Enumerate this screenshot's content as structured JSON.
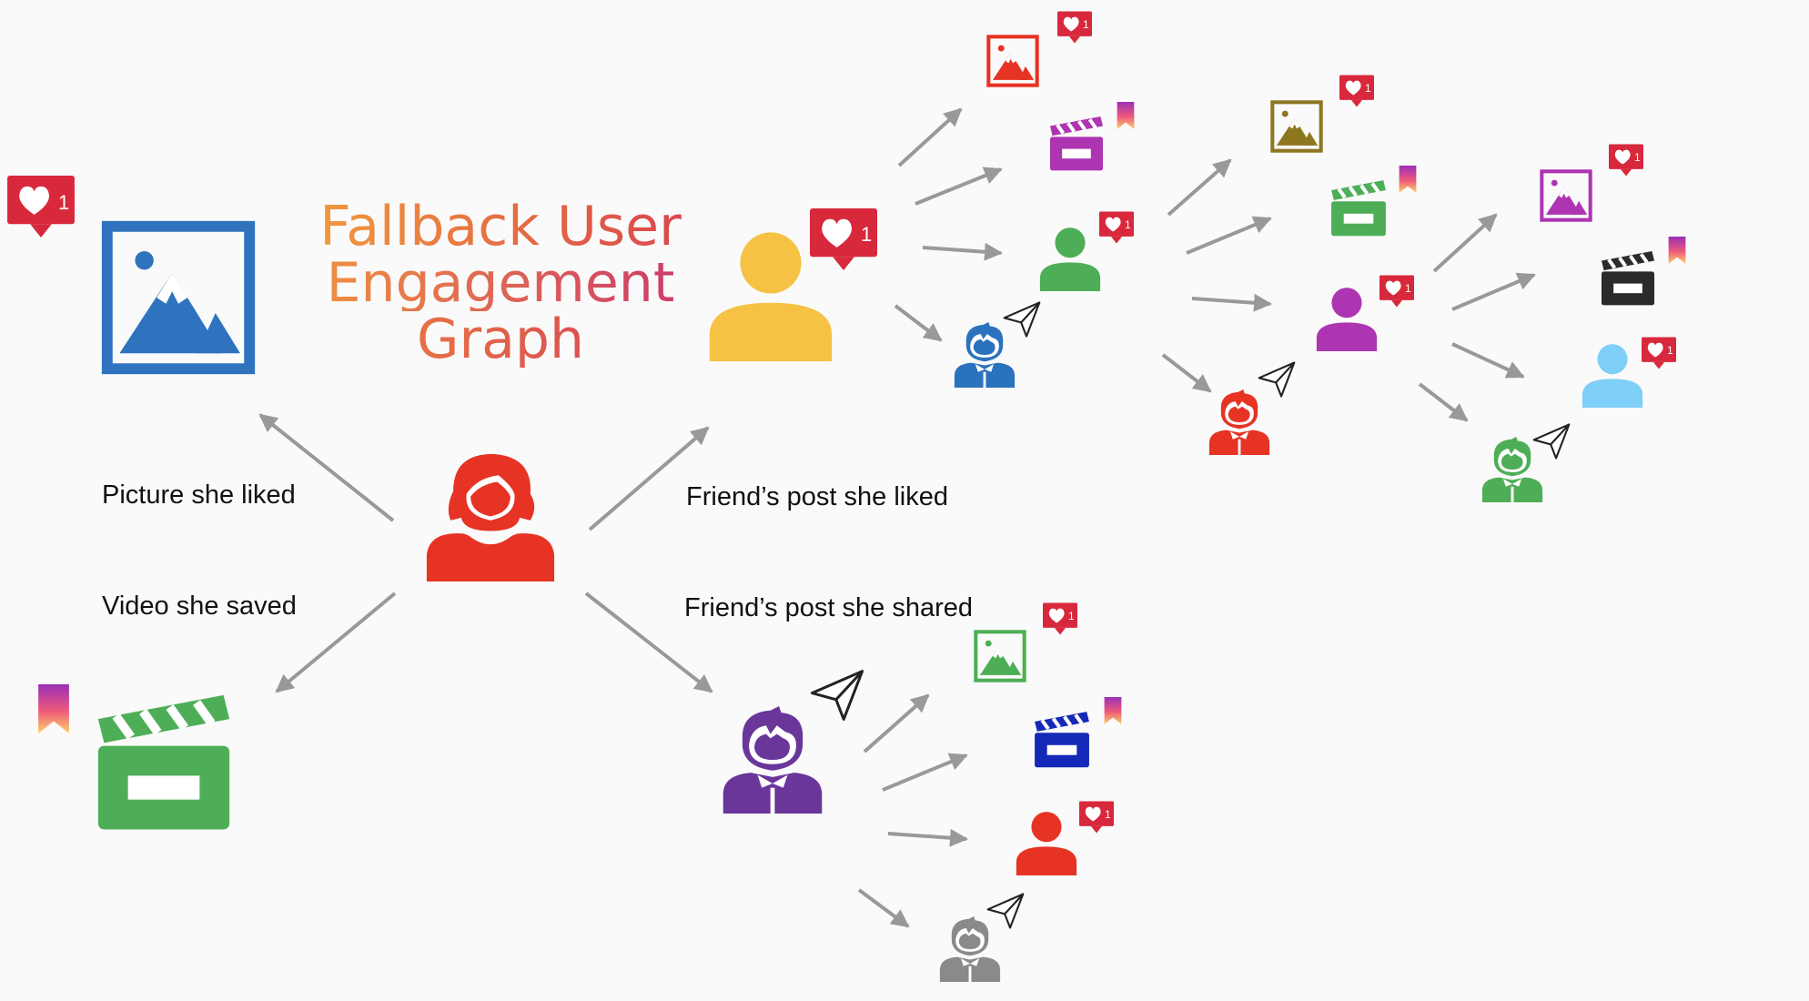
{
  "title": {
    "line1": "Fallback User",
    "line2": "Engagement",
    "line3": "Graph"
  },
  "labels": {
    "picture_liked": "Picture she liked",
    "video_saved": "Video she saved",
    "friend_post_liked": "Friend’s post she liked",
    "friend_post_shared": "Friend’s post she shared"
  },
  "like_count": "1",
  "colors": {
    "arrow": "#999999",
    "like_badge": "#d8283c",
    "user_red": "#e63323",
    "picture_blue": "#2f73be",
    "video_green": "#4eae57",
    "friend_yellow": "#f6c244",
    "friend_purple": "#6a369a",
    "green": "#4eae57",
    "blue": "#2b72bc",
    "magenta": "#ad35b2",
    "olive": "#8d7721",
    "dark": "#2b2b2b",
    "light_blue": "#7fcff8",
    "royal_blue": "#1529b8",
    "grey": "#8a8a8a"
  }
}
